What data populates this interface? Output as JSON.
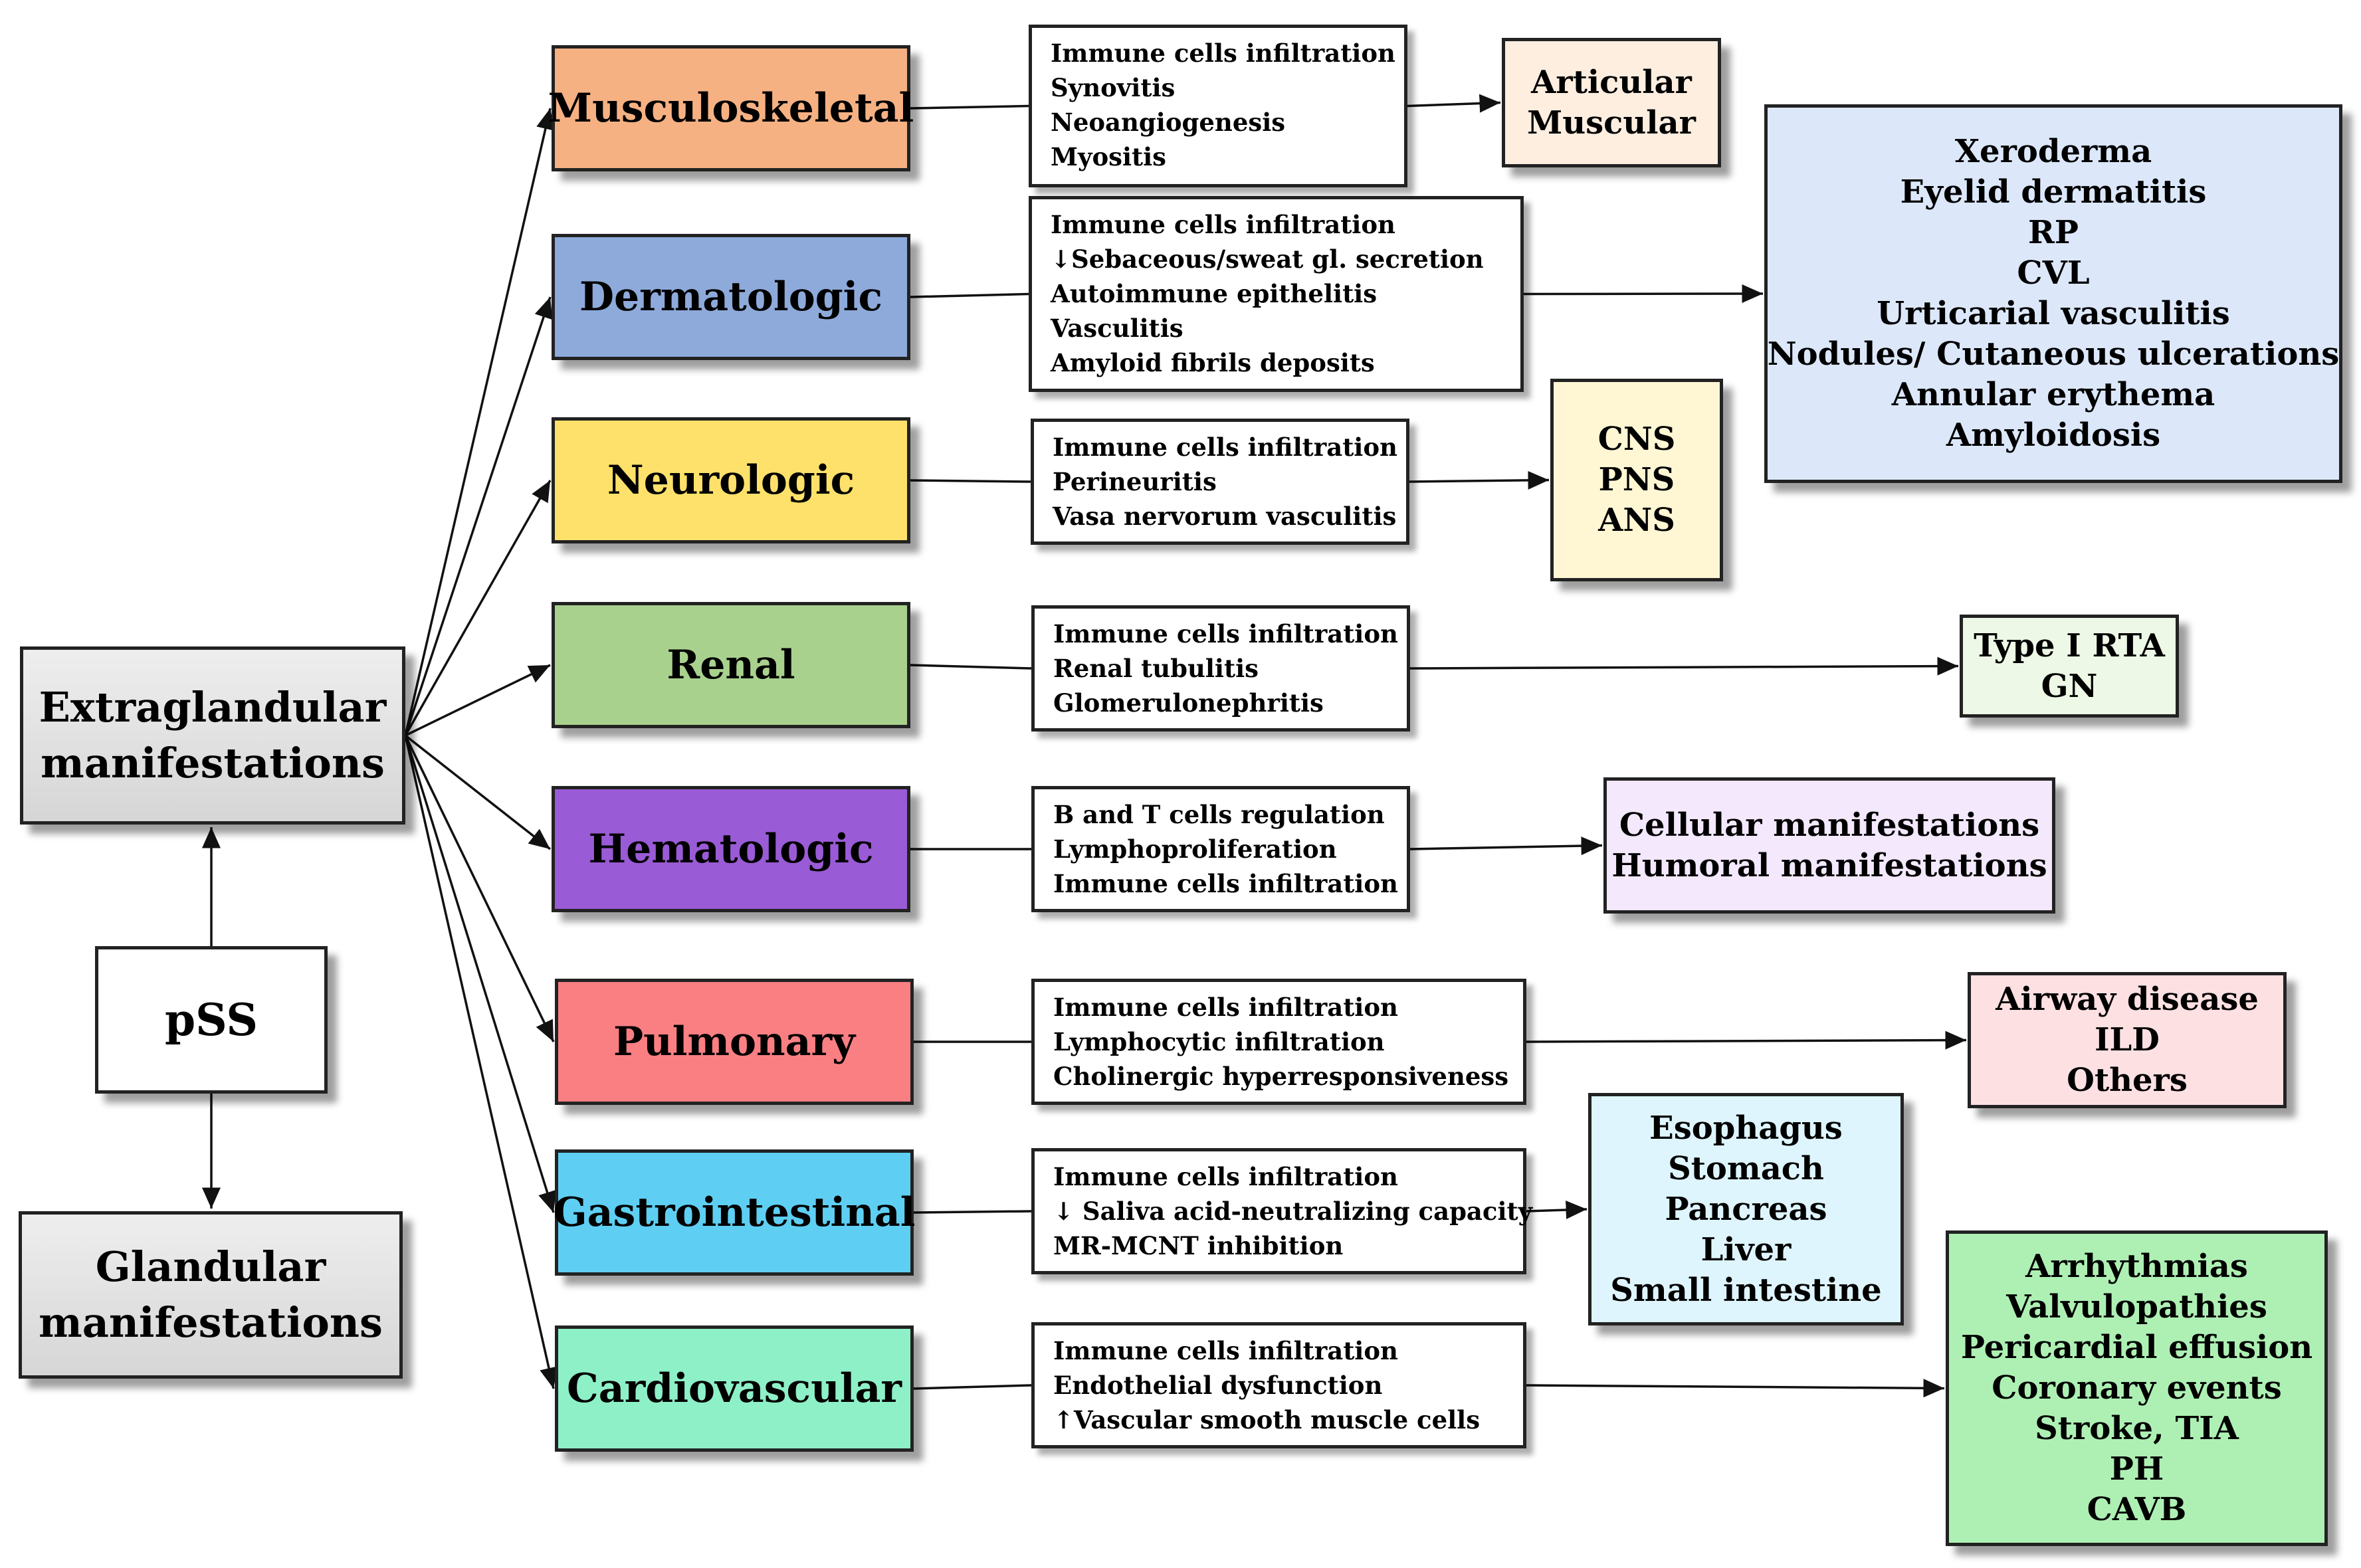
{
  "root": {
    "label": "pSS",
    "extraglandular": [
      "Extraglandular",
      "manifestations"
    ],
    "glandular": [
      "Glandular",
      "manifestations"
    ]
  },
  "systems": [
    {
      "name": "Musculoskeletal",
      "color": "#f6b183",
      "mechanisms": [
        "Immune cells infiltration",
        "Synovitis",
        "Neoangiogenesis",
        "Myositis"
      ],
      "result_color": "#fdeee0",
      "results": [
        "Articular",
        "Muscular"
      ]
    },
    {
      "name": "Dermatologic",
      "color": "#8eaadb",
      "mechanisms": [
        "Immune cells infiltration",
        "↓Sebaceous/sweat gl. secretion",
        "Autoimmune epithelitis",
        "Vasculitis",
        "Amyloid fibrils  deposits"
      ],
      "result_color": "#dce8fa",
      "results": [
        "Xeroderma",
        "Eyelid dermatitis",
        "RP",
        "CVL",
        "Urticarial vasculitis",
        "Nodules/ Cutaneous ulcerations",
        "Annular erythema",
        "Amyloidosis"
      ]
    },
    {
      "name": "Neurologic",
      "color": "#fde16a",
      "mechanisms": [
        "Immune cells infiltration",
        "Perineuritis",
        "Vasa nervorum vasculitis"
      ],
      "result_color": "#fff7d4",
      "results": [
        "CNS",
        "PNS",
        "ANS"
      ]
    },
    {
      "name": "Renal",
      "color": "#a9d18e",
      "mechanisms": [
        "Immune cells infiltration",
        "Renal tubulitis",
        "Glomerulonephritis"
      ],
      "result_color": "#eef8e6",
      "results": [
        "Type I RTA",
        "GN"
      ]
    },
    {
      "name": "Hematologic",
      "color": "#9a5bd6",
      "mechanisms": [
        "B and T cells regulation",
        "Lymphoproliferation",
        "Immune cells infiltration"
      ],
      "result_color": "#f3e8fc",
      "results": [
        "Cellular manifestations",
        "Humoral manifestations"
      ]
    },
    {
      "name": "Pulmonary",
      "color": "#f97f83",
      "mechanisms": [
        "Immune cells  infiltration",
        "Lymphocytic infiltration",
        "Cholinergic hyperresponsiveness"
      ],
      "result_color": "#fde0e2",
      "results": [
        "Airway disease",
        "ILD",
        "Others"
      ]
    },
    {
      "name": "Gastrointestinal",
      "color": "#5ecff3",
      "mechanisms": [
        "Immune cells  infiltration",
        "↓ Saliva acid-neutralizing  capacity",
        "MR-MCNT  inhibition"
      ],
      "result_color": "#def5fd",
      "results": [
        "Esophagus",
        "Stomach",
        "Pancreas",
        "Liver",
        "Small intestine"
      ]
    },
    {
      "name": "Cardiovascular",
      "color": "#8ef0c7",
      "mechanisms": [
        "Immune cells  infiltration",
        "Endothelial dysfunction",
        "↑Vascular smooth muscle cells"
      ],
      "result_color": "#aef0b4",
      "results": [
        "Arrhythmias",
        "Valvulopathies",
        "Pericardial effusion",
        "Coronary events",
        "Stroke, TIA",
        "PH",
        "CAVB"
      ]
    }
  ]
}
